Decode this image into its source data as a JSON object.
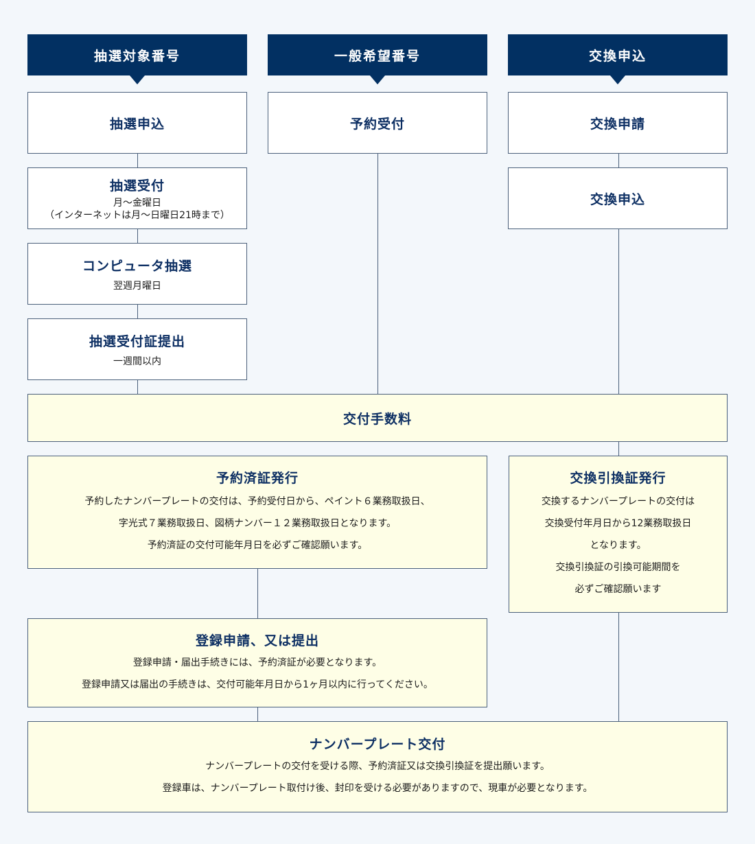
{
  "headers": {
    "lottery": "抽選対象番号",
    "general": "一般希望番号",
    "exchange": "交換申込"
  },
  "col1": {
    "apply": {
      "title": "抽選申込"
    },
    "reception": {
      "title": "抽選受付",
      "sub1": "月〜金曜日",
      "sub2": "（インターネットは月〜日曜日21時まで）"
    },
    "computer": {
      "title": "コンピュータ抽選",
      "sub": "翌週月曜日"
    },
    "certificate": {
      "title": "抽選受付証提出",
      "sub": "一週間以内"
    }
  },
  "col2": {
    "reserve": {
      "title": "予約受付"
    }
  },
  "col3": {
    "request": {
      "title": "交換申請"
    },
    "apply": {
      "title": "交換申込"
    }
  },
  "fee": {
    "title": "交付手数料"
  },
  "reserved_cert": {
    "title": "予約済証発行",
    "lines": [
      "予約したナンバープレートの交付は、予約受付日から、ペイント６業務取扱日、",
      "字光式７業務取扱日、図柄ナンバー１２業務取扱日となります。",
      "予約済証の交付可能年月日を必ずご確認願います。"
    ]
  },
  "exchange_cert": {
    "title": "交換引換証発行",
    "lines": [
      "交換するナンバープレートの交付は",
      "交換受付年月日から12業務取扱日",
      "となります。",
      "交換引換証の引換可能期間を",
      "必ずご確認願います"
    ]
  },
  "registration": {
    "title": "登録申請、又は提出",
    "lines": [
      "登録申請・届出手続きには、予約済証が必要となります。",
      "登録申請又は届出の手続きは、交付可能年月日から1ヶ月以内に行ってください。"
    ]
  },
  "plate": {
    "title": "ナンバープレート交付",
    "lines": [
      "ナンバープレートの交付を受ける際、予約済証又は交換引換証を提出願います。",
      "登録車は、ナンバープレート取付け後、封印を受ける必要がありますので、現車が必要となります。"
    ]
  }
}
